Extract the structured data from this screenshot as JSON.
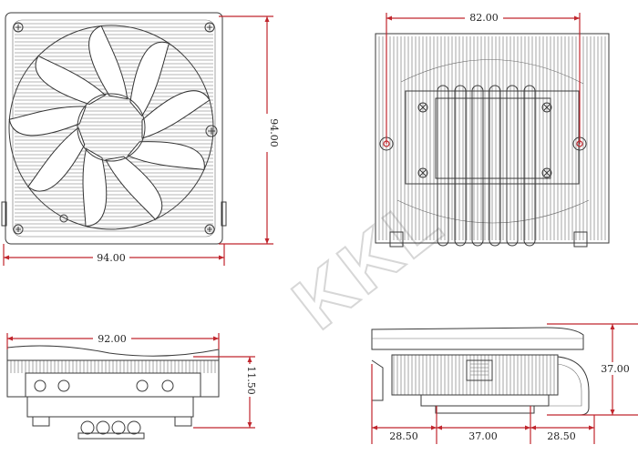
{
  "watermark": "KKL",
  "colors": {
    "dimension": "#c0262d",
    "line": "#3a3a3a",
    "background": "#ffffff"
  },
  "views": {
    "front": {
      "width_label": "94.00",
      "height_label": "94.00"
    },
    "top": {
      "hole_spacing_label": "82.00"
    },
    "side": {
      "width_label": "92.00",
      "clearance_label": "11.50"
    },
    "profile": {
      "height_label": "37.00",
      "offset_left_label": "28.50",
      "offset_center_label": "37.00",
      "offset_right_label": "28.50"
    }
  }
}
